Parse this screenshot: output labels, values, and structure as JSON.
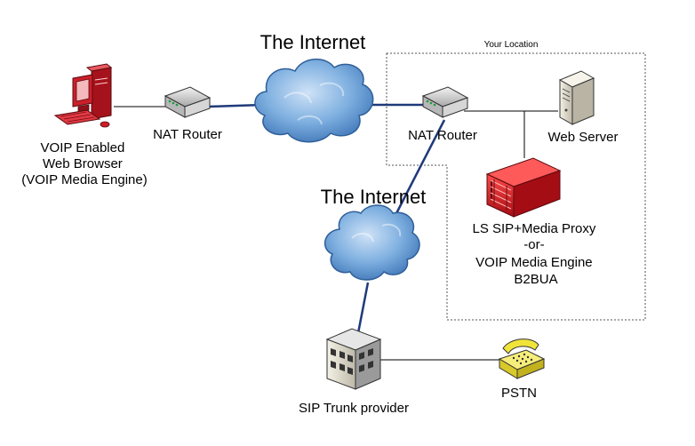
{
  "clouds": {
    "top_label": "The Internet",
    "middle_label": "The Internet"
  },
  "location": {
    "label": "Your Location"
  },
  "client": {
    "label_lines": [
      "VOIP Enabled",
      "Web Browser",
      "(VOIP Media Engine)"
    ]
  },
  "routers": {
    "client_router_label": "NAT Router",
    "location_router_label": "NAT Router"
  },
  "web_server": {
    "label": "Web Server"
  },
  "proxy": {
    "label_lines": [
      "LS SIP+Media Proxy",
      "-or-",
      "VOIP Media Engine",
      "B2BUA"
    ]
  },
  "sip_trunk": {
    "label": "SIP Trunk provider"
  },
  "pstn": {
    "label": "PSTN"
  },
  "colors": {
    "internet_link": "#1f3a7a",
    "local_link": "#000000",
    "cloud_fill": "#6d9fd6",
    "cloud_stroke": "#2f5f98",
    "proxy_red": "#d4121c",
    "computer_red": "#cc1f2b",
    "phone_yellow": "#f0e43a"
  }
}
